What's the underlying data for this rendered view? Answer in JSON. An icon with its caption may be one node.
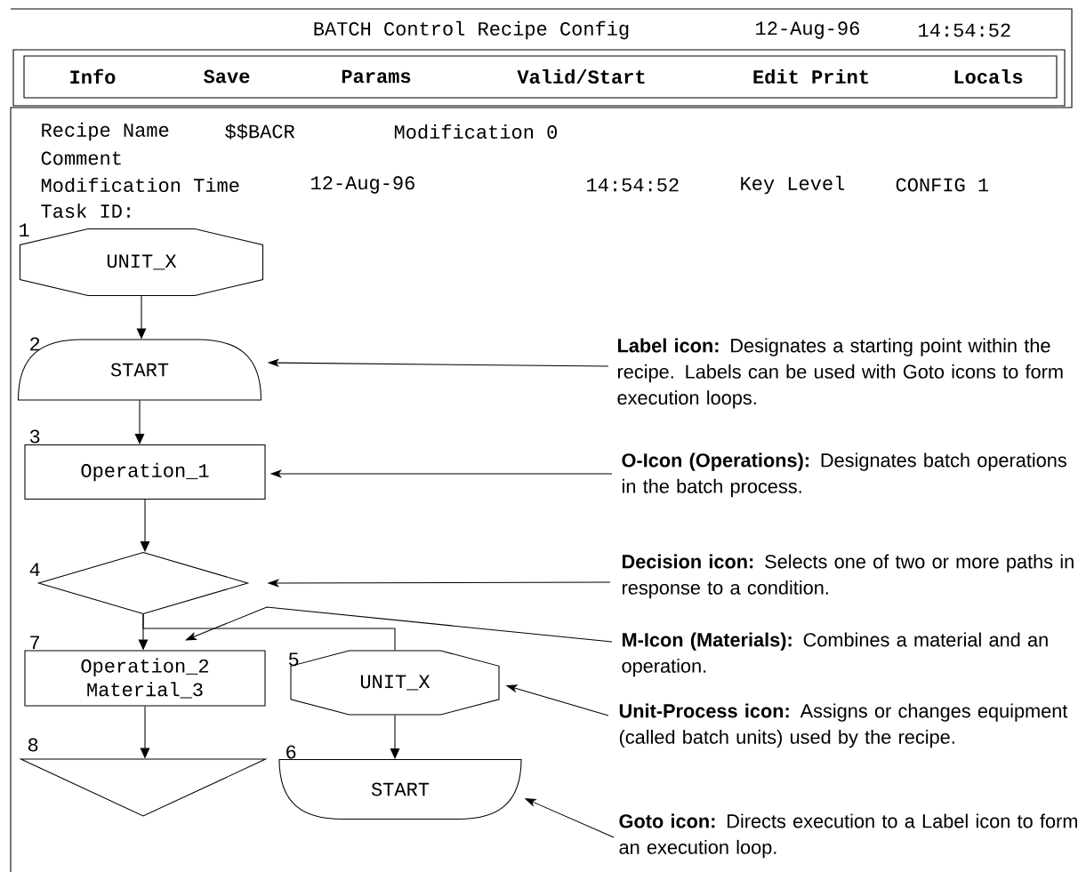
{
  "diagram": {
    "nodes": [
      {
        "text": [
          "UNIT_X"
        ],
        "beside": [
          "1"
        ]
      },
      {
        "text": [
          "START"
        ],
        "beside": [
          "2"
        ]
      },
      {
        "text": [
          "Operation_1"
        ],
        "beside": [
          "3"
        ]
      },
      {
        "text": [],
        "shape": "diamond",
        "beside": [
          "4"
        ]
      },
      {
        "text": [
          "Operation_2 Material_3"
        ],
        "beside": [
          "7"
        ]
      },
      {
        "text": [
          "UNIT_X"
        ],
        "beside": [
          "5"
        ]
      },
      {
        "text": [],
        "shape": "triangle",
        "beside": [
          "8"
        ]
      },
      {
        "text": [
          "START"
        ],
        "beside": [
          "6"
        ]
      },
      {
        "text": [
          "**Label icon:** Designates a starting point within the recipe. Labels can be used with Goto icons to form execution loops."
        ]
      },
      {
        "text": [
          "**O-Icon (Operations):** Designates batch operations in the batch process."
        ]
      },
      {
        "text": [
          "**Decision icon:** Selects one of two or more paths in response to a condition."
        ]
      },
      {
        "text": [
          "**M-Icon (Materials):** Combines a material and an operation."
        ]
      },
      {
        "text": [
          "**Unit-Process icon:** Assigns or changes equipment (called batch units) used by the recipe."
        ]
      },
      {
        "text": [
          "**Goto icon:** Directs execution to a Label icon to form an execution loop."
        ]
      }
    ],
    "edges": [
      {
        "from": 0,
        "to": 1,
        "arrow": "to"
      },
      {
        "from": 1,
        "to": 2,
        "arrow": "to"
      },
      {
        "from": 2,
        "to": 3,
        "arrow": "to"
      },
      {
        "from": 3,
        "to": 4,
        "arrow": "to"
      },
      {
        "from": 3,
        "to": 5,
        "arrow": "none"
      },
      {
        "from": 4,
        "to": 6,
        "arrow": "to"
      },
      {
        "from": 5,
        "to": 7,
        "arrow": "to"
      },
      {
        "from": 8,
        "to": 1,
        "arrow": "to"
      },
      {
        "from": 9,
        "to": 2,
        "arrow": "to"
      },
      {
        "from": 10,
        "to": 3,
        "arrow": "to"
      },
      {
        "from": 11,
        "to": 4,
        "arrow": "to"
      },
      {
        "from": 12,
        "to": 5,
        "arrow": "to"
      },
      {
        "from": 13,
        "to": 7,
        "arrow": "to"
      }
    ],
    "labels": [
      "BATCH Control Recipe Config",
      "12-Aug-96",
      "14:54:52",
      "Info",
      "Save",
      "Params",
      "Valid/Start",
      "Edit Print",
      "Locals",
      "Recipe Name",
      "$$BACR",
      "Modification 0",
      "Comment",
      "Modification Time",
      "12-Aug-96",
      "14:54:52",
      "Key Level",
      "CONFIG 1",
      "Task ID:"
    ]
  }
}
